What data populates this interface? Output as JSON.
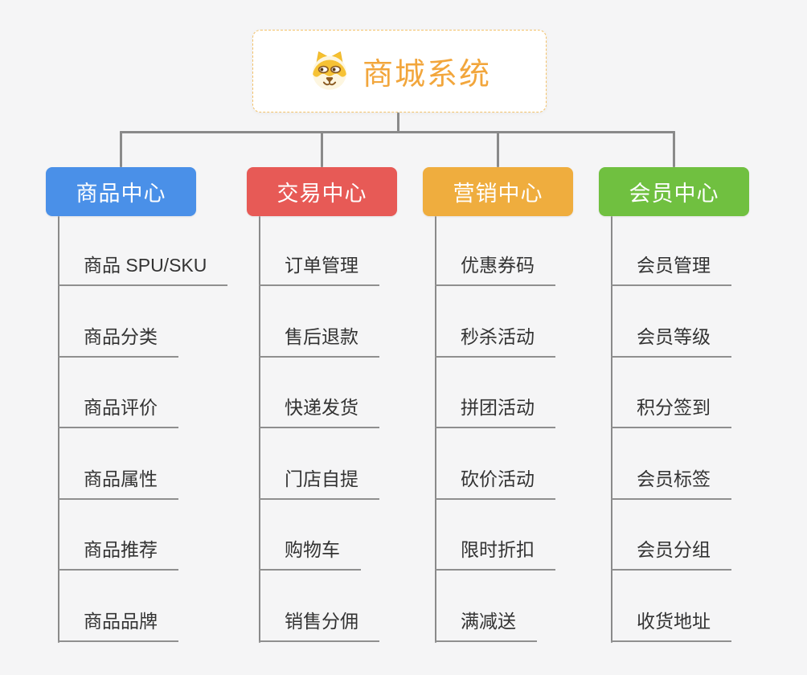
{
  "root": {
    "title": "商城系统",
    "icon": "dog-face-icon"
  },
  "branches": [
    {
      "label": "商品中心",
      "color": "#4a90e8",
      "children": [
        "商品 SPU/SKU",
        "商品分类",
        "商品评价",
        "商品属性",
        "商品推荐",
        "商品品牌"
      ]
    },
    {
      "label": "交易中心",
      "color": "#e75a56",
      "children": [
        "订单管理",
        "售后退款",
        "快递发货",
        "门店自提",
        "购物车",
        "销售分佣"
      ]
    },
    {
      "label": "营销中心",
      "color": "#efad3e",
      "children": [
        "优惠券码",
        "秒杀活动",
        "拼团活动",
        "砍价活动",
        "限时折扣",
        "满减送"
      ]
    },
    {
      "label": "会员中心",
      "color": "#70c040",
      "children": [
        "会员管理",
        "会员等级",
        "积分签到",
        "会员标签",
        "会员分组",
        "收货地址"
      ]
    }
  ],
  "colors": {
    "background": "#f5f5f6",
    "root_title": "#f2a63c",
    "root_border": "#f3c26a",
    "connector": "#8a8a8a",
    "underline": "#8f8f8f",
    "child_text": "#333333"
  }
}
